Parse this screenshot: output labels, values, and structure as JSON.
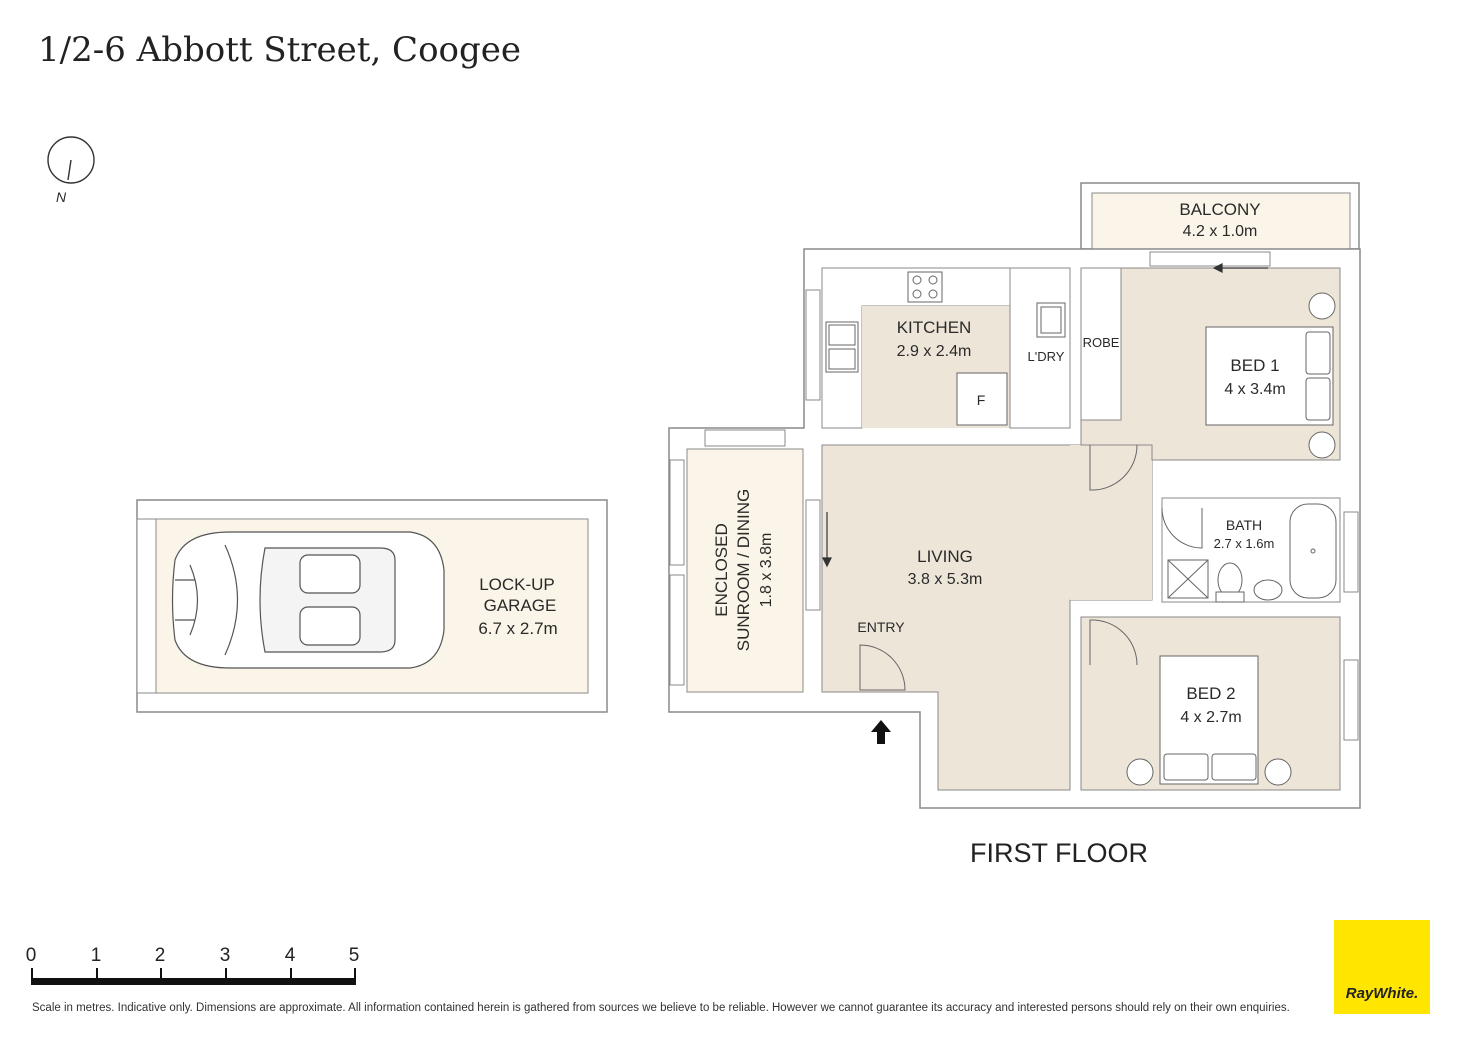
{
  "header": {
    "title": "1/2-6 Abbott Street, Coogee"
  },
  "compass": {
    "label": "N"
  },
  "rooms": {
    "balcony": {
      "name": "BALCONY",
      "size": "4.2 x 1.0m"
    },
    "kitchen": {
      "name": "KITCHEN",
      "size": "2.9 x 2.4m"
    },
    "fridge": {
      "name": "F"
    },
    "laundry": {
      "name": "L'DRY"
    },
    "robe": {
      "name": "ROBE"
    },
    "bed1": {
      "name": "BED 1",
      "size": "4 x 3.4m"
    },
    "bath": {
      "name": "BATH",
      "size": "2.7 x 1.6m"
    },
    "living": {
      "name": "LIVING",
      "size": "3.8 x 5.3m"
    },
    "entry": {
      "name": "ENTRY"
    },
    "sunroom": {
      "name": "ENCLOSED",
      "name2": "SUNROOM / DINING",
      "size": "1.8 x 3.8m"
    },
    "bed2": {
      "name": "BED 2",
      "size": "4 x 2.7m"
    },
    "garage": {
      "name": "LOCK-UP",
      "name2": "GARAGE",
      "size": "6.7 x 2.7m"
    }
  },
  "floor_label": "FIRST FLOOR",
  "scale": {
    "ticks": [
      "0",
      "1",
      "2",
      "3",
      "4",
      "5"
    ]
  },
  "disclaimer": "Scale in metres. Indicative only. Dimensions are approximate. All information contained herein is gathered from sources we believe to be reliable. However we cannot guarantee its accuracy and interested persons should rely on their own enquiries.",
  "brand": {
    "logo_text": "RayWhite."
  },
  "colors": {
    "floor_fill": "#ede5d8",
    "garage_fill": "#faf5e8",
    "balcony_fill": "#faf5e8",
    "wall": "#8a8a8a",
    "logo_bg": "#ffe600"
  }
}
